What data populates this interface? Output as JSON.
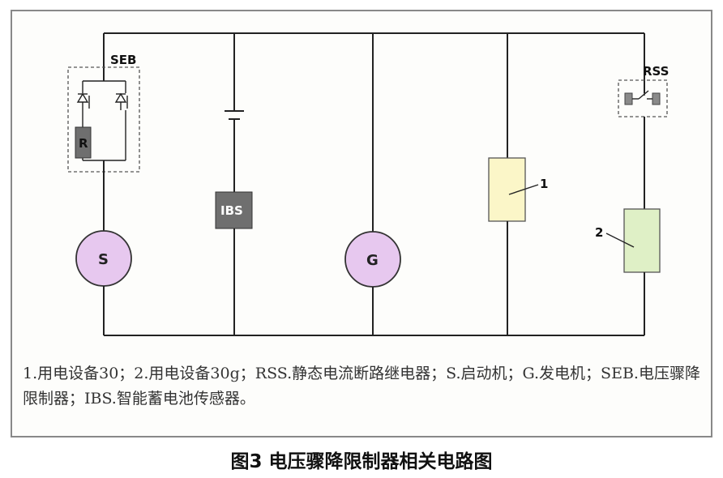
{
  "labels": {
    "seb": "SEB",
    "r": "R",
    "ibs": "IBS",
    "rss": "RSS",
    "s": "S",
    "g": "G",
    "callout_1": "1",
    "callout_2": "2"
  },
  "caption": "1.用电设备30；2.用电设备30g；RSS.静态电流断路继电器；S.启动机；G.发电机；SEB.电压骤降限制器；IBS.智能蓄电池传感器。",
  "figure_title": "图3 电压骤降限制器相关电路图",
  "colors": {
    "motor_fill": "#e7c8ef",
    "dark_box_fill": "#6f6f6f",
    "consumer_1_fill": "#fbf6c8",
    "consumer_2_fill": "#dff0c6",
    "wire": "#222222"
  }
}
